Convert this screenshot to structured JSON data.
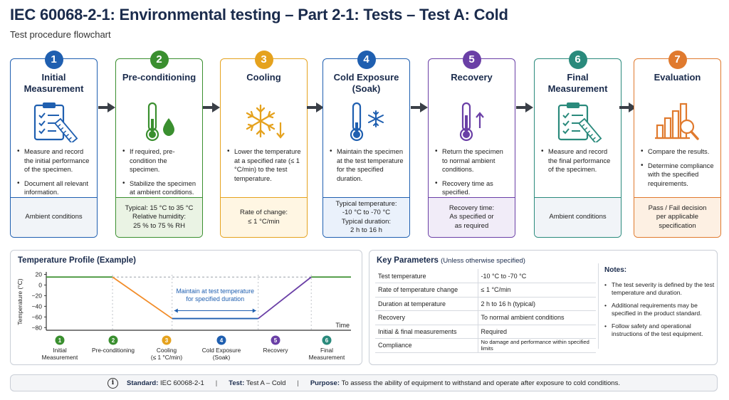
{
  "title": "IEC 60068-2-1: Environmental testing – Part 2-1: Tests – Test A: Cold",
  "subtitle": "Test procedure flowchart",
  "colors": {
    "step1": "#1f5fb0",
    "step2": "#3a8f2f",
    "step3": "#e5a21e",
    "step4": "#1f5fb0",
    "step5": "#6a3fa6",
    "step6": "#2a8a7c",
    "step7": "#e07a2e",
    "cooling_line": "#f28c28",
    "recovery_line": "#6a3fa6",
    "ambient_line": "#3a8f2f",
    "soak_line": "#1f5fb0"
  },
  "steps": [
    {
      "num": "1",
      "title": "Initial Measurement",
      "icon": "clipboard-ruler-icon",
      "bullets": [
        "Measure and record the initial performance of the specimen.",
        "Document all relevant information."
      ],
      "footer": "Ambient conditions"
    },
    {
      "num": "2",
      "title": "Pre-conditioning",
      "icon": "thermometer-drop-icon",
      "bullets": [
        "If required, pre-condition the specimen.",
        "Stabilize the specimen at ambient conditions."
      ],
      "footer": "Typical: 15 °C to 35 °C\nRelative humidity:\n25 % to 75 % RH"
    },
    {
      "num": "3",
      "title": "Cooling",
      "icon": "snowflake-down-arrow-icon",
      "bullets": [
        "Lower the temperature at a specified rate (≤ 1 °C/min) to the test temperature."
      ],
      "footer": "Rate of change:\n≤ 1 °C/min"
    },
    {
      "num": "4",
      "title": "Cold Exposure (Soak)",
      "icon": "thermometer-snowflake-icon",
      "bullets": [
        "Maintain the specimen at the test temperature for the specified duration."
      ],
      "footer": "Typical temperature:\n-10 °C to -70 °C\nTypical duration:\n2 h to 16 h"
    },
    {
      "num": "5",
      "title": "Recovery",
      "icon": "thermometer-up-arrow-icon",
      "bullets": [
        "Return the specimen to normal ambient conditions.",
        "Recovery time as specified."
      ],
      "footer": "Recovery time:\nAs specified or\nas required"
    },
    {
      "num": "6",
      "title": "Final Measurement",
      "icon": "clipboard-ruler-icon",
      "bullets": [
        "Measure and record the final performance of the specimen."
      ],
      "footer": "Ambient conditions"
    },
    {
      "num": "7",
      "title": "Evaluation",
      "icon": "bar-chart-magnifier-icon",
      "bullets": [
        "Compare the results.",
        "Determine compliance with the specified requirements."
      ],
      "footer": "Pass / Fail decision\nper applicable\nspecification"
    }
  ],
  "profile": {
    "title": "Temperature Profile (Example)",
    "ylabel": "Temperature (°C)",
    "xlabel": "Time",
    "yticks": [
      "20",
      "0",
      "−20",
      "−40",
      "−60",
      "−80"
    ],
    "annotation_line1": "Maintain at test temperature",
    "annotation_line2": "for specified duration",
    "phases": [
      {
        "num": "1",
        "label": "Initial\nMeasurement"
      },
      {
        "num": "2",
        "label": "Pre-conditioning"
      },
      {
        "num": "3",
        "label": "Cooling\n(≤ 1 °C/min)"
      },
      {
        "num": "4",
        "label": "Cold Exposure\n(Soak)"
      },
      {
        "num": "5",
        "label": "Recovery"
      },
      {
        "num": "6",
        "label": "Final\nMeasurement"
      }
    ]
  },
  "chart_data": {
    "type": "line",
    "title": "Temperature Profile (Example)",
    "xlabel": "Time",
    "ylabel": "Temperature (°C)",
    "ylim": [
      -85,
      22
    ],
    "yticks": [
      20,
      0,
      -20,
      -40,
      -60,
      -80
    ],
    "segments": [
      {
        "phase": "ambient-start",
        "points": [
          [
            0,
            15
          ],
          [
            20,
            15
          ]
        ]
      },
      {
        "phase": "cooling",
        "points": [
          [
            20,
            15
          ],
          [
            38,
            -63
          ]
        ]
      },
      {
        "phase": "soak",
        "points": [
          [
            38,
            -63
          ],
          [
            64,
            -63
          ]
        ]
      },
      {
        "phase": "recovery",
        "points": [
          [
            64,
            -63
          ],
          [
            80,
            15
          ]
        ]
      },
      {
        "phase": "ambient-end",
        "points": [
          [
            80,
            15
          ],
          [
            92,
            15
          ]
        ]
      }
    ],
    "reference_line": 15
  },
  "key_params": {
    "title": "Key Parameters",
    "title_note": "(Unless otherwise specified)",
    "rows": [
      [
        "Test temperature",
        "-10 °C to -70 °C"
      ],
      [
        "Rate of temperature change",
        "≤ 1 °C/min"
      ],
      [
        "Duration at temperature",
        "2 h to 16 h (typical)"
      ],
      [
        "Recovery",
        "To normal ambient conditions"
      ],
      [
        "Initial & final measurements",
        "Required"
      ],
      [
        "Compliance",
        "No damage and performance within specified limits"
      ]
    ],
    "notes_title": "Notes:",
    "notes": [
      "The test severity is defined by the test temperature and duration.",
      "Additional requirements may be specified in the product standard.",
      "Follow safety and operational instructions of the test equipment."
    ]
  },
  "footer": {
    "info_icon": "info-icon",
    "standard_label": "Standard:",
    "standard_value": "IEC 60068-2-1",
    "test_label": "Test:",
    "test_value": "Test A – Cold",
    "purpose_label": "Purpose:",
    "purpose_value": "To assess the ability of equipment to withstand and operate after exposure to cold conditions.",
    "separator": "|"
  }
}
